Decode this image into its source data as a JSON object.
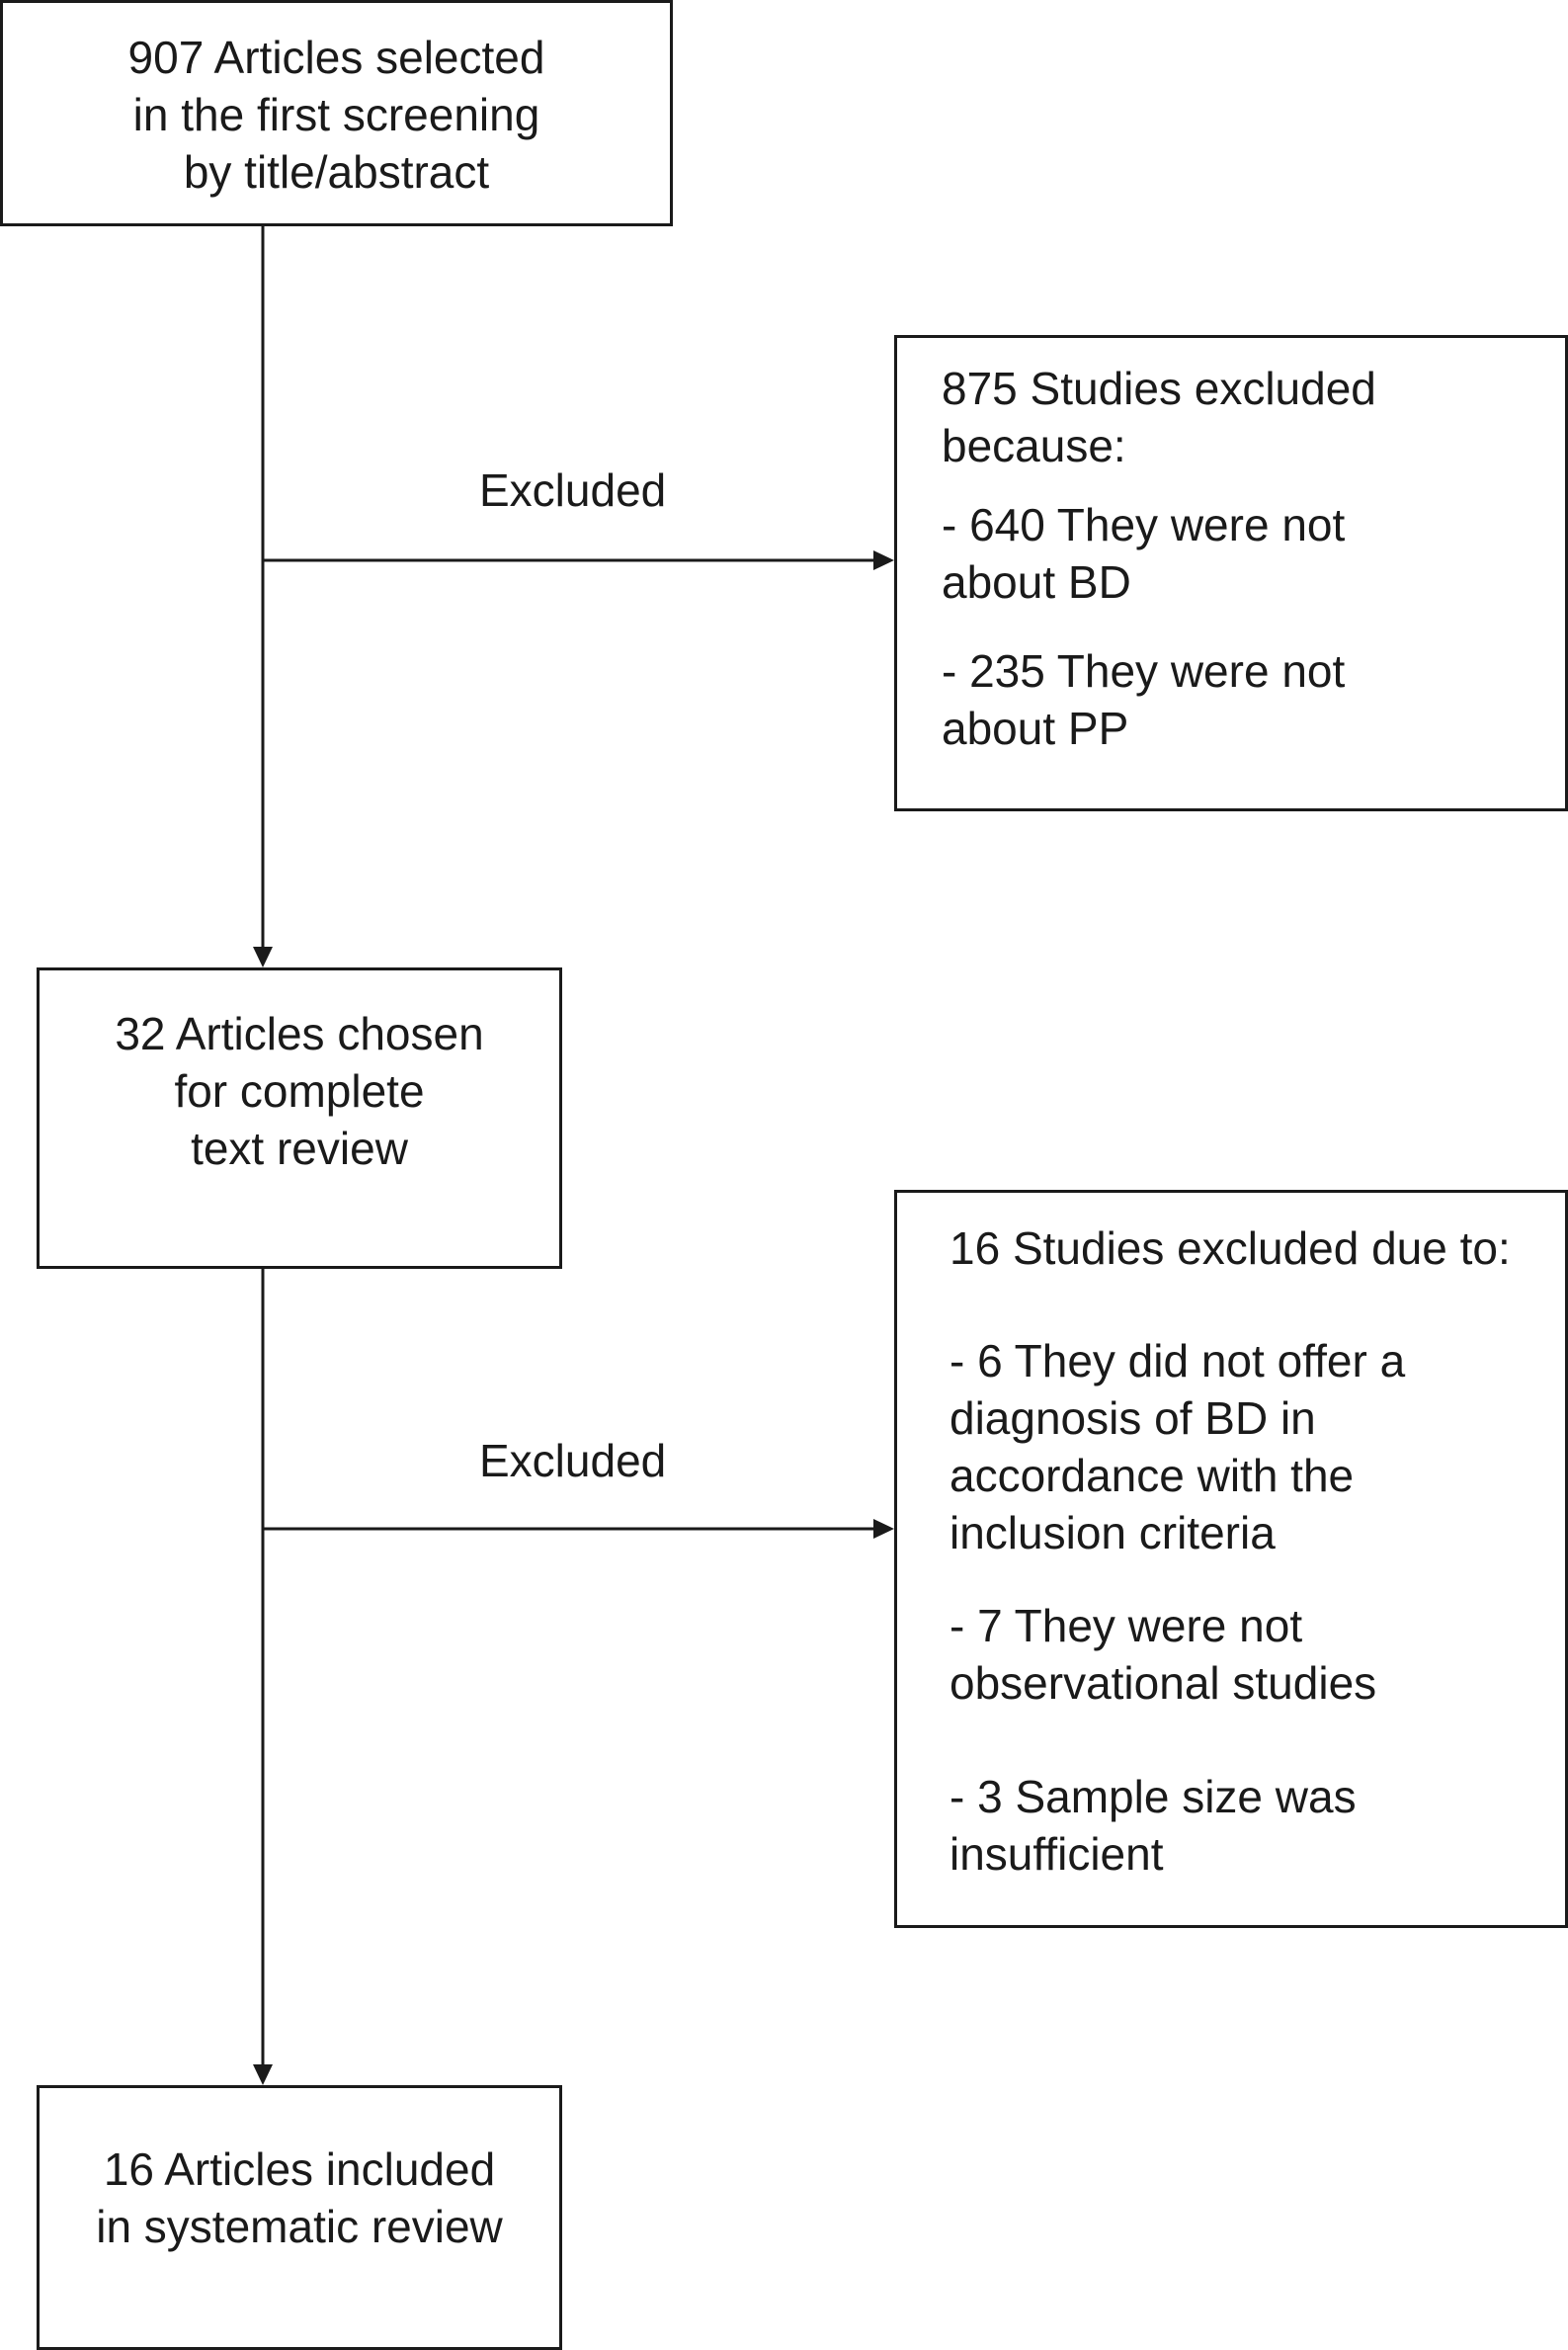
{
  "boxes": {
    "screening": {
      "lines": [
        "907 Articles selected",
        "in the first screening",
        "by title/abstract"
      ]
    },
    "excluded_1": {
      "heading": [
        "875 Studies excluded",
        "because:"
      ],
      "reasons": [
        [
          "- 640 They were not",
          "about BD"
        ],
        [
          "- 235 They were not",
          "about PP"
        ]
      ]
    },
    "chosen": {
      "lines": [
        "32 Articles chosen",
        "for complete",
        "text review"
      ]
    },
    "excluded_2": {
      "heading": [
        "16 Studies excluded due to:"
      ],
      "reasons": [
        [
          "- 6 They did not offer a",
          "diagnosis of BD in",
          "accordance with the",
          "inclusion criteria"
        ],
        [
          "- 7 They were not",
          "observational studies"
        ],
        [
          "- 3 Sample size was",
          "insufficient"
        ]
      ]
    },
    "included": {
      "lines": [
        "16 Articles included",
        "in systematic review"
      ]
    }
  },
  "edges": {
    "excluded_1_label": "Excluded",
    "excluded_2_label": "Excluded"
  },
  "colors": {
    "line": "#1a1a1a",
    "background": "#ffffff"
  }
}
